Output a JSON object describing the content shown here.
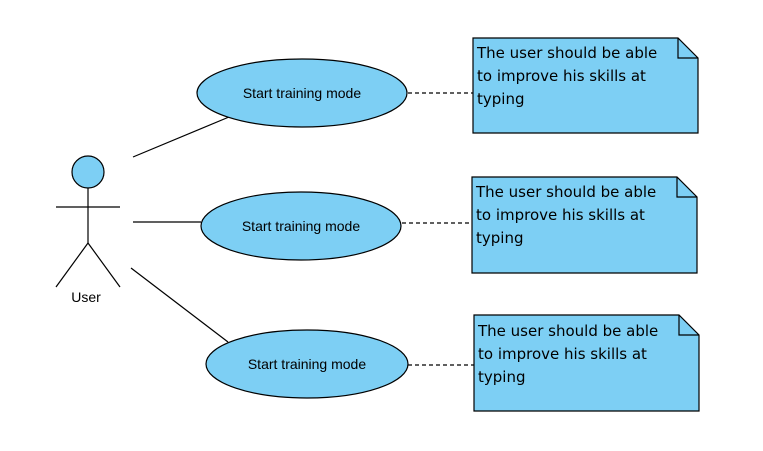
{
  "diagram": {
    "type": "uml-use-case",
    "colors": {
      "fill": "#7dcff4",
      "stroke": "#000000",
      "background": "#ffffff"
    },
    "actor": {
      "name": "User"
    },
    "use_cases": [
      {
        "label": "Start training mode",
        "note": [
          "The user should be able",
          "to improve his skills at",
          "typing"
        ]
      },
      {
        "label": "Start training mode",
        "note": [
          "The user should be able",
          "to improve his skills at",
          "typing"
        ]
      },
      {
        "label": "Start training mode",
        "note": [
          "The user should be able",
          "to improve his skills at",
          "typing"
        ]
      }
    ]
  }
}
